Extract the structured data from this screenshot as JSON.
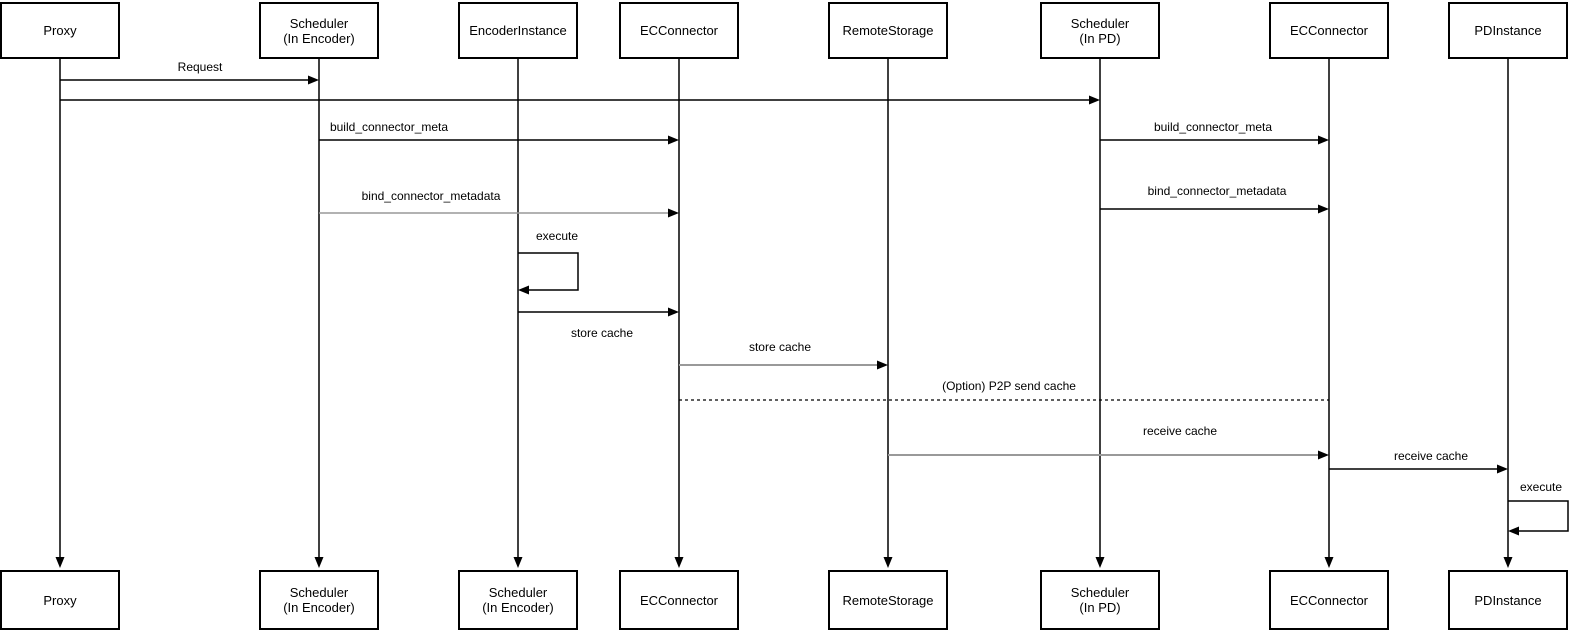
{
  "diagram": {
    "type": "sequence-diagram",
    "participants": [
      {
        "id": "proxy",
        "top": "Proxy",
        "bottom": "Proxy"
      },
      {
        "id": "scheduler-in-encoder",
        "top": "Scheduler\n(In Encoder)",
        "bottom": "Scheduler\n(In Encoder)"
      },
      {
        "id": "encoder-instance",
        "top": "EncoderInstance",
        "bottom": "Scheduler\n(In Encoder)"
      },
      {
        "id": "ecconnector-enc",
        "top": "ECConnector",
        "bottom": "ECConnector"
      },
      {
        "id": "remote-storage",
        "top": "RemoteStorage",
        "bottom": "RemoteStorage"
      },
      {
        "id": "scheduler-in-pd",
        "top": "Scheduler\n(In PD)",
        "bottom": "Scheduler\n(In PD)"
      },
      {
        "id": "ecconnector-pd",
        "top": "ECConnector",
        "bottom": "ECConnector"
      },
      {
        "id": "pd-instance",
        "top": "PDInstance",
        "bottom": "PDInstance"
      }
    ],
    "messages": {
      "request": {
        "label": "Request",
        "from": "Proxy",
        "to": "Scheduler (In Encoder)",
        "style": "solid"
      },
      "forward_request": {
        "label": "",
        "from": "Proxy",
        "to": "Scheduler (In PD)",
        "style": "solid"
      },
      "build_meta_left": {
        "label": "build_connector_meta",
        "from": "Scheduler (In Encoder)",
        "to": "ECConnector",
        "style": "solid"
      },
      "bind_metadata_left": {
        "label": "bind_connector_metadata",
        "from": "Scheduler (In Encoder)",
        "to": "ECConnector",
        "style": "solid-grey"
      },
      "build_meta_right": {
        "label": "build_connector_meta",
        "from": "Scheduler (In PD)",
        "to": "ECConnector",
        "style": "solid"
      },
      "bind_metadata_right": {
        "label": "bind_connector_metadata",
        "from": "Scheduler (In PD)",
        "to": "ECConnector",
        "style": "solid"
      },
      "execute_left": {
        "label": "execute",
        "from": "EncoderInstance",
        "to": "EncoderInstance",
        "style": "self-loop"
      },
      "store_cache_left": {
        "label": "store cache",
        "from": "EncoderInstance",
        "to": "ECConnector",
        "style": "solid"
      },
      "store_cache_right": {
        "label": "store cache",
        "from": "ECConnector",
        "to": "RemoteStorage",
        "style": "solid-grey"
      },
      "p2p_option": {
        "label": "(Option) P2P send cache",
        "from": "ECConnector",
        "to": "ECConnector (PD)",
        "style": "dashed"
      },
      "receive_cache_left": {
        "label": "receive cache",
        "from": "RemoteStorage",
        "to": "ECConnector (PD)",
        "style": "solid-grey"
      },
      "receive_cache_right": {
        "label": "receive cache",
        "from": "ECConnector (PD)",
        "to": "PDInstance",
        "style": "solid"
      },
      "execute_right": {
        "label": "execute",
        "from": "PDInstance",
        "to": "PDInstance",
        "style": "self-loop"
      }
    },
    "colors": {
      "line": "#000000",
      "line_secondary": "#999999",
      "box_border": "#000000",
      "box_fill": "#ffffff",
      "background": "#ffffff",
      "text": "#000000"
    }
  }
}
